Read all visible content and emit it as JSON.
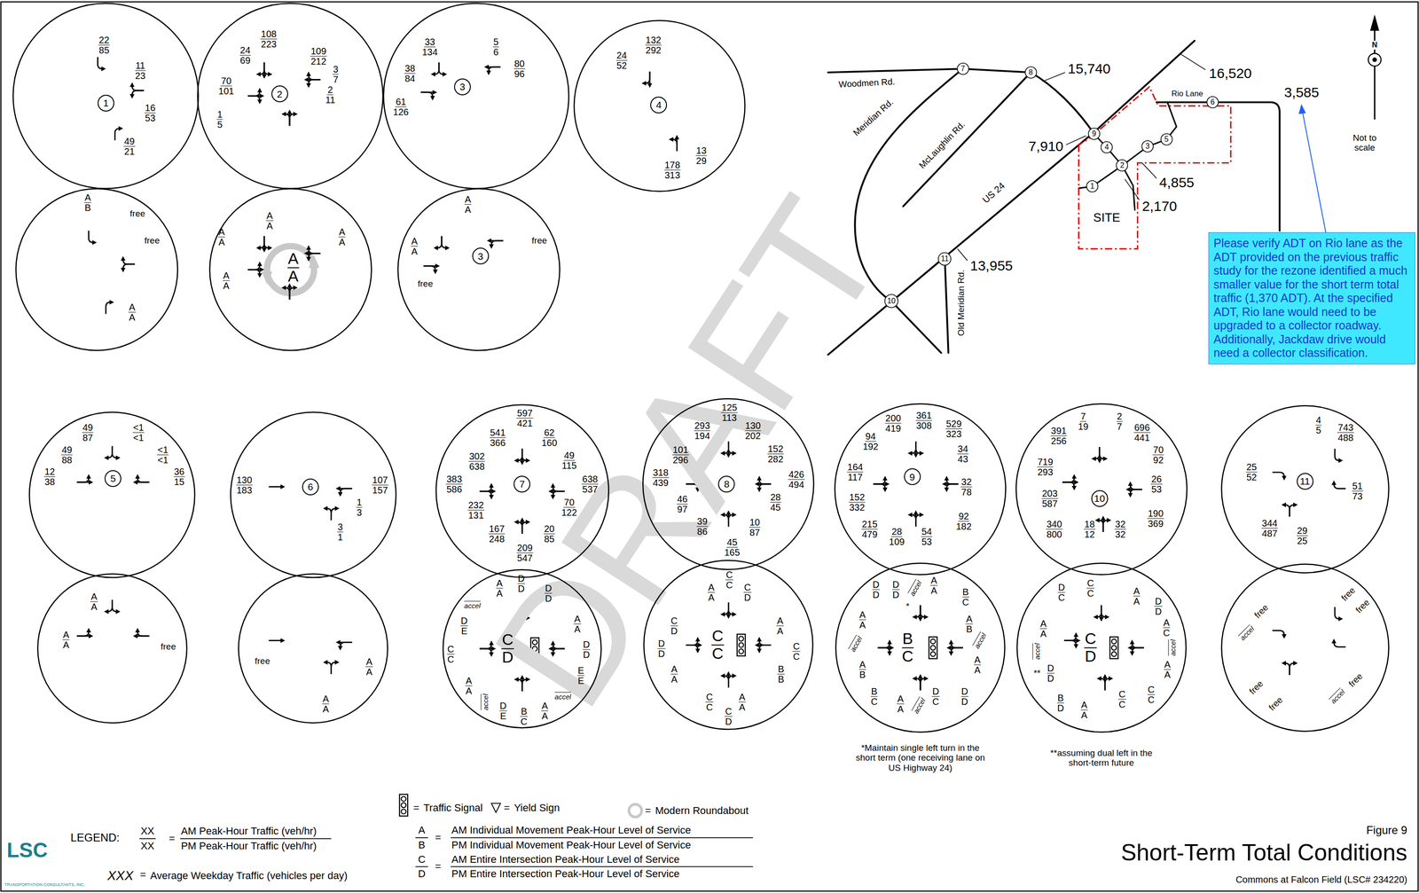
{
  "diagram": {
    "title": "Short-Term Total Conditions",
    "caption": "Commons at Falcon Field (LSC# 234220)",
    "nodes": [
      {
        "text": [
          "22",
          "85",
          "11",
          "23",
          "16",
          "53",
          "49",
          "21"
        ]
      },
      {
        "text": [
          "1"
        ],
        "in": 0
      },
      {
        "text": [
          "108",
          "223",
          "24",
          "69",
          "109",
          "212",
          "3",
          "7",
          "70",
          "101",
          "2",
          "11",
          "1",
          "5"
        ]
      },
      {
        "text": [
          "2"
        ],
        "in": 2
      },
      {
        "text": [
          "33",
          "134",
          "5",
          "6",
          "38",
          "84",
          "80",
          "96",
          "61",
          "126"
        ]
      },
      {
        "text": [
          "3"
        ],
        "in": 4
      },
      {
        "text": [
          "132",
          "292",
          "24",
          "52",
          "13",
          "29",
          "178",
          "313"
        ]
      },
      {
        "text": [
          "4"
        ],
        "in": 6
      },
      {
        "text": [
          "7"
        ]
      },
      {
        "text": [
          "8"
        ]
      },
      {
        "text": [
          "9"
        ]
      },
      {
        "text": [
          "4"
        ]
      },
      {
        "text": [
          "2"
        ]
      },
      {
        "text": [
          "3"
        ]
      },
      {
        "text": [
          "5"
        ]
      },
      {
        "text": [
          "6"
        ]
      },
      {
        "text": [
          "1"
        ]
      },
      {
        "text": [
          "11"
        ]
      },
      {
        "text": [
          "10"
        ]
      },
      {
        "text": [
          "Please verify ADT on Rio lane as the ADT provided on the previous traffic study for the rezone identified a much smaller value for the short term total traffic (1,370 ADT). At the specified ADT, Rio lane would need to be upgraded to a collector roadway. Additionally, Jackdaw drive would need a collector classification."
        ]
      },
      {
        "text": [
          "A",
          "B",
          "free",
          "free",
          "A",
          "A"
        ]
      },
      {
        "text": [
          "A",
          "A",
          "A",
          "A",
          "A",
          "A",
          "A",
          "A",
          "A",
          "A"
        ]
      },
      {
        "text": [
          "A",
          "A",
          "A",
          "A",
          "free",
          "free"
        ]
      },
      {
        "text": [
          "3"
        ],
        "in": 22
      },
      {
        "text": [
          "49",
          "87",
          "<1",
          "<1",
          "49",
          "88",
          "<1",
          "<1",
          "12",
          "38",
          "36",
          "15"
        ]
      },
      {
        "text": [
          "5"
        ],
        "in": 24
      },
      {
        "text": [
          "130",
          "183",
          "107",
          "157",
          "1",
          "3",
          "3",
          "1"
        ]
      },
      {
        "text": [
          "6"
        ],
        "in": 26
      },
      {
        "text": [
          "597",
          "421",
          "541",
          "366",
          "62",
          "160",
          "302",
          "638",
          "49",
          "115",
          "383",
          "586",
          "638",
          "537",
          "232",
          "131",
          "70",
          "122",
          "167",
          "248",
          "20",
          "85",
          "209",
          "547"
        ]
      },
      {
        "text": [
          "7"
        ],
        "in": 28
      },
      {
        "text": [
          "125",
          "113",
          "293",
          "194",
          "130",
          "202",
          "101",
          "296",
          "152",
          "282",
          "318",
          "439",
          "426",
          "494",
          "46",
          "97",
          "28",
          "45",
          "39",
          "86",
          "10",
          "87",
          "45",
          "165"
        ]
      },
      {
        "text": [
          "8"
        ],
        "in": 30
      },
      {
        "text": [
          "200",
          "419",
          "361",
          "308",
          "529",
          "323",
          "94",
          "192",
          "34",
          "43",
          "164",
          "117",
          "32",
          "78",
          "152",
          "332",
          "92",
          "182",
          "215",
          "479",
          "28",
          "109",
          "54",
          "53"
        ]
      },
      {
        "text": [
          "9"
        ],
        "in": 32
      },
      {
        "text": [
          "7",
          "19",
          "2",
          "7",
          "696",
          "441",
          "391",
          "256",
          "70",
          "92",
          "719",
          "293",
          "26",
          "53",
          "203",
          "587",
          "190",
          "369",
          "340",
          "800",
          "18",
          "12",
          "32",
          "32"
        ]
      },
      {
        "text": [
          "10"
        ],
        "in": 34
      },
      {
        "text": [
          "4",
          "5",
          "743",
          "488",
          "25",
          "52",
          "51",
          "73",
          "344",
          "487",
          "29",
          "25"
        ]
      },
      {
        "text": [
          "11"
        ],
        "in": 36
      },
      {
        "text": [
          "A",
          "A",
          "A",
          "A",
          "free"
        ]
      },
      {
        "text": [
          "free",
          "A",
          "A",
          "A",
          "A"
        ]
      },
      {
        "text": [
          "D",
          "D",
          "A",
          "A",
          "D",
          "D",
          "accel",
          "A",
          "A",
          "D",
          "E",
          "C",
          "D",
          "D",
          "D",
          "C",
          "C",
          "E",
          "E",
          "A",
          "A",
          "accel",
          "accel",
          "D",
          "E",
          "A",
          "A",
          "B",
          "C"
        ]
      },
      {
        "text": [
          "C",
          "C",
          "A",
          "A",
          "C",
          "D",
          "C",
          "D",
          "A",
          "A",
          "D",
          "D",
          "C",
          "C",
          "C",
          "C",
          "A",
          "A",
          "B",
          "B",
          "C",
          "C",
          "A",
          "A",
          "C",
          "D"
        ]
      },
      {
        "text": [
          "D",
          "D",
          "D",
          "D",
          "*",
          "accel",
          "A",
          "A",
          "B",
          "C",
          "A",
          "A",
          "A",
          "B",
          "accel",
          "B",
          "C",
          "accel",
          "A",
          "B",
          "A",
          "A",
          "B",
          "C",
          "A",
          "A",
          "accel",
          "D",
          "C",
          "D",
          "D"
        ]
      },
      {
        "text": [
          "C",
          "C",
          "D",
          "C",
          "A",
          "A",
          "D",
          "D",
          "A",
          "C",
          "A",
          "A",
          "accel",
          "C",
          "D",
          "accel",
          "**",
          "D",
          "D",
          "A",
          "A",
          "C",
          "C",
          "C",
          "C",
          "B",
          "D",
          "A",
          "A"
        ]
      },
      {
        "text": [
          "free",
          "free",
          "free",
          "accel",
          "free",
          "accel",
          "free",
          "free"
        ]
      }
    ],
    "labels": [
      "DRAFT",
      "Woodmen Rd.",
      "Meridian Rd.",
      "McLaughlin Rd.",
      "US 24",
      "Old Meridian Rd.",
      "Rio Lane",
      "SITE",
      "15,740",
      "16,520",
      "3,585",
      "7,910",
      "4,855",
      "2,170",
      "13,955",
      "N",
      "Not to scale",
      "*Maintain single left turn in the short term (one receiving lane on US Highway 24)",
      "**assuming dual left in the short-term future",
      "LEGEND:",
      "XX",
      "XX",
      "=",
      "XXX",
      "=",
      "=",
      "=",
      "=",
      "A",
      "B",
      "=",
      "C",
      "D",
      "=",
      "Figure 9",
      "LSC",
      "TRANSPORTATION CONSULTANTS, INC."
    ],
    "legend": [
      {
        "text": "AM Peak-Hour Traffic (veh/hr)"
      },
      {
        "text": "PM Peak-Hour Traffic (veh/hr)"
      },
      {
        "text": "Average Weekday Traffic (vehicles per day)"
      },
      {
        "text": "Traffic Signal"
      },
      {
        "text": "Yield Sign"
      },
      {
        "text": "Modern Roundabout"
      },
      {
        "text": "AM Individual Movement Peak-Hour Level of Service"
      },
      {
        "text": "PM Individual Movement Peak-Hour Level of Service"
      },
      {
        "text": "AM Entire Intersection Peak-Hour Level of Service"
      },
      {
        "text": "PM Entire Intersection Peak-Hour Level of Service"
      }
    ]
  }
}
